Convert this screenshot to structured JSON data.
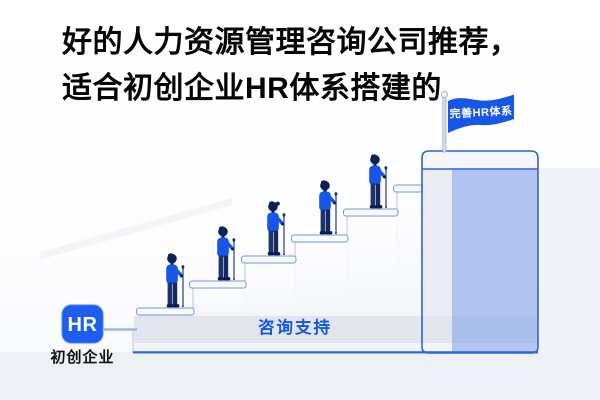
{
  "title": {
    "line1": "好的人力资源管理咨询公司推荐，",
    "line2": "适合初创企业HR体系搭建的"
  },
  "flag": {
    "label": "完善HR体系"
  },
  "hr_badge": {
    "label": "HR",
    "caption": "初创企业"
  },
  "staircase": {
    "support_label": "咨询支持",
    "steps": 7,
    "climbers": 5
  },
  "colors": {
    "accent_blue": "#1757e8",
    "flag_blue": "#1656e8",
    "navy": "#0d2156",
    "band_text_blue": "#1456e0",
    "platform_column_blue": "#b7c8f2",
    "outline_blue": "#2f63d8",
    "stair_body": "#f3f5f9",
    "band_fill": "#e2e6ec"
  }
}
